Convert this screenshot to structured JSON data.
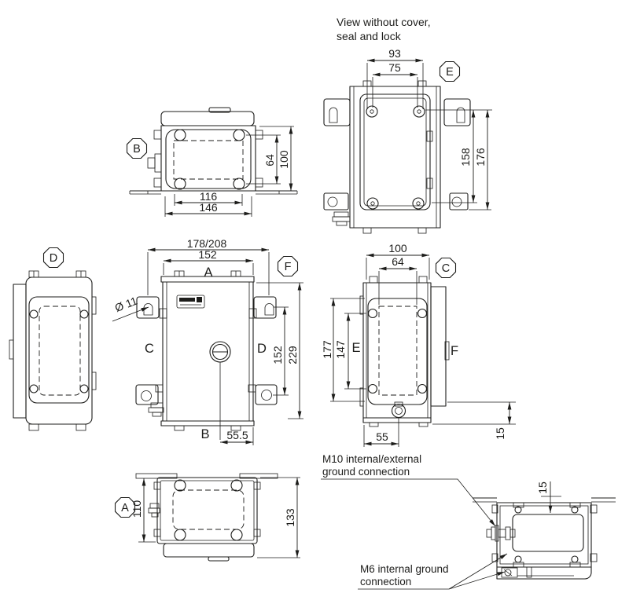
{
  "meta": {
    "background": "#ffffff",
    "line_color": "#1d1d1b",
    "drawing_type": "enclosure dimension drawing"
  },
  "badges": {
    "a": "A",
    "b": "B",
    "c": "C",
    "d": "D",
    "e": "E",
    "f": "F"
  },
  "note": {
    "line1": "View without cover,",
    "line2": "seal and lock"
  },
  "view_b": {
    "dim_64": "64",
    "dim_100": "100",
    "dim_116": "116",
    "dim_146": "146"
  },
  "view_e": {
    "dim_93": "93",
    "dim_75": "75",
    "dim_158": "158",
    "dim_176": "176"
  },
  "front": {
    "face_a": "A",
    "face_b": "B",
    "face_c": "C",
    "face_d": "D",
    "dim_width": "178/208",
    "dim_152_top": "152",
    "dim_hole": "Ø 11",
    "dim_152_right": "152",
    "dim_229": "229",
    "dim_55_5": "55.5"
  },
  "view_c": {
    "dim_100": "100",
    "dim_64": "64",
    "dim_177": "177",
    "dim_147": "147",
    "face_e": "E",
    "face_f": "F",
    "dim_55": "55",
    "dim_15": "15"
  },
  "view_a": {
    "dim_110": "110",
    "dim_133": "133"
  },
  "ground": {
    "dim_15": "15",
    "m10_line1": "M10 internal/external",
    "m10_line2": "ground connection",
    "m6_line1": "M6 internal ground",
    "m6_line2": "connection"
  }
}
